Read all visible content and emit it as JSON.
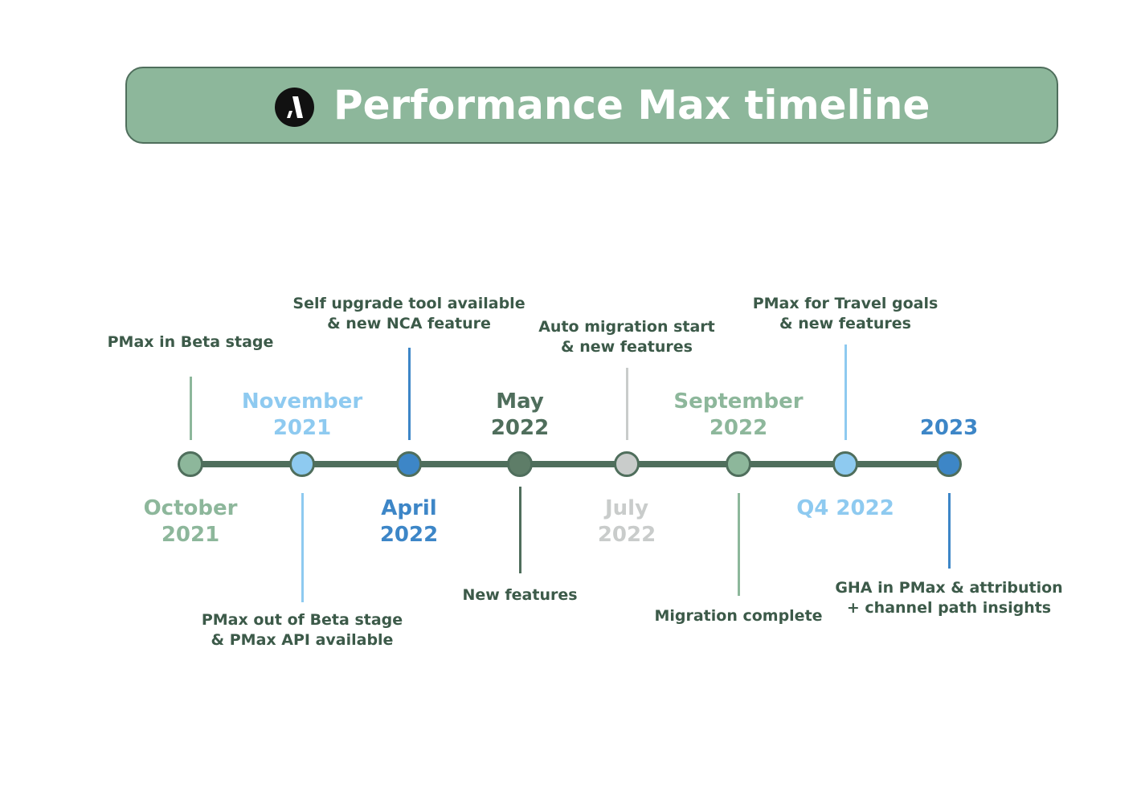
{
  "header": {
    "title": "Performance Max timeline",
    "logo_icon": "slash-circle-logo"
  },
  "colors": {
    "sage": "#8db79b",
    "dark_green": "#4f6e5c",
    "light_blue": "#8ecaf0",
    "blue": "#3d86c7",
    "gray": "#c9cccb",
    "text_dark": "#3c5a49"
  },
  "milestones": [
    {
      "date_line1": "October",
      "date_line2": "2021",
      "event_line1": "PMax in Beta stage",
      "event_line2": "",
      "color": "#8db79b"
    },
    {
      "date_line1": "November",
      "date_line2": "2021",
      "event_line1": "PMax out of Beta stage",
      "event_line2": "& PMax API available",
      "color": "#8ecaf0"
    },
    {
      "date_line1": "April",
      "date_line2": "2022",
      "event_line1": "Self upgrade tool available",
      "event_line2": "& new NCA feature",
      "color": "#3d86c7"
    },
    {
      "date_line1": "May",
      "date_line2": "2022",
      "event_line1": "New features",
      "event_line2": "",
      "color": "#5e7d68"
    },
    {
      "date_line1": "July",
      "date_line2": "2022",
      "event_line1": "Auto migration start",
      "event_line2": "& new features",
      "color": "#c9cccb"
    },
    {
      "date_line1": "September",
      "date_line2": "2022",
      "event_line1": "Migration complete",
      "event_line2": "",
      "color": "#8db79b"
    },
    {
      "date_line1": "Q4 2022",
      "date_line2": "",
      "event_line1": "PMax for Travel goals",
      "event_line2": "& new features",
      "color": "#8ecaf0"
    },
    {
      "date_line1": "2023",
      "date_line2": "",
      "event_line1": "GHA in PMax & attribution",
      "event_line2": "+ channel path insights",
      "color": "#3d86c7"
    }
  ]
}
